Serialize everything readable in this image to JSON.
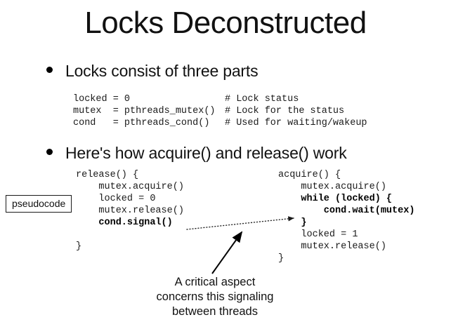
{
  "slide": {
    "title": "Locks Deconstructed",
    "background_color": "#ffffff",
    "text_color": "#111111"
  },
  "bullets": [
    {
      "label": "Locks consist of three parts"
    },
    {
      "label": "Here's how acquire() and release() work"
    }
  ],
  "declarations": {
    "code": "locked = 0\nmutex  = pthreads_mutex()\ncond   = pthreads_cond()",
    "comments": "# Lock status\n# Lock for the status\n# Used for waiting/wakeup"
  },
  "release_block": {
    "line_1": "release() {",
    "line_2": "    mutex.acquire()",
    "line_3": "    locked = 0",
    "line_4": "    mutex.release()",
    "line_5_bold": "    cond.signal()",
    "line_6": "}"
  },
  "acquire_block": {
    "line_1": "acquire() {",
    "line_2": "    mutex.acquire()",
    "line_3_bold": "    while (locked) {",
    "line_4_bold": "        cond.wait(mutex)",
    "line_5_bold": "    }",
    "line_6": "    locked = 1",
    "line_7": "    mutex.release()",
    "line_8": "}"
  },
  "pseudocode_tag": {
    "label": "pseudocode"
  },
  "caption": {
    "line_1": "A critical aspect",
    "line_2": "concerns this signaling",
    "line_3": "between threads"
  }
}
